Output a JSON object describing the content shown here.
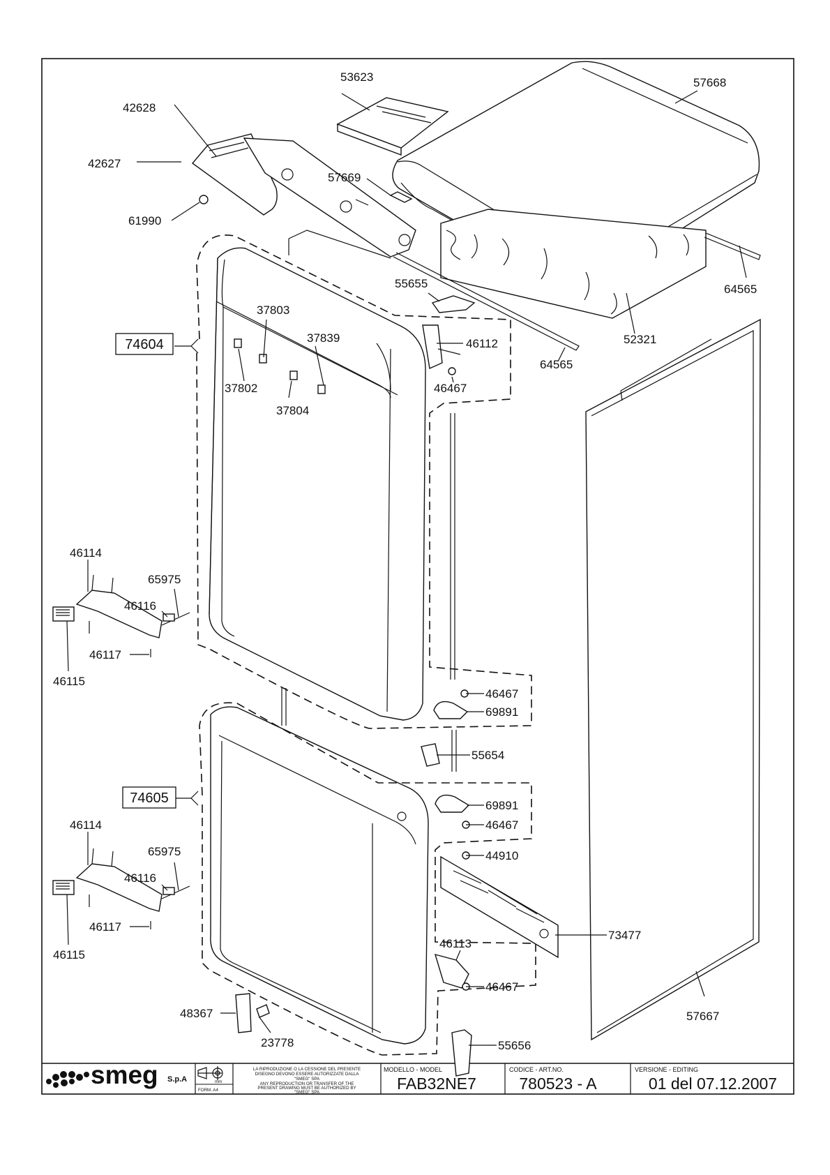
{
  "drawing": {
    "assemblies": [
      {
        "id": "upper-door",
        "code": "74604"
      },
      {
        "id": "lower-door",
        "code": "74605"
      }
    ],
    "part_labels": {
      "p53623": "53623",
      "p57668": "57668",
      "p42628": "42628",
      "p42627": "42627",
      "p57669": "57669",
      "p61990": "61990",
      "p55655": "55655",
      "p64565a": "64565",
      "p64565b": "64565",
      "p52321": "52321",
      "p37803": "37803",
      "p37839": "37839",
      "p46112": "46112",
      "p46467a": "46467",
      "p37802": "37802",
      "p37804": "37804",
      "p46114a": "46114",
      "p65975a": "65975",
      "p46116a": "46116",
      "p46117a": "46117",
      "p46115a": "46115",
      "p46467b": "46467",
      "p69891a": "69891",
      "p55654": "55654",
      "p69891b": "69891",
      "p46467c": "46467",
      "p44910": "44910",
      "p46114b": "46114",
      "p65975b": "65975",
      "p46116b": "46116",
      "p46117b": "46117",
      "p46115b": "46115",
      "p73477": "73477",
      "p46113": "46113",
      "p46467d": "46467",
      "p57667": "57667",
      "p48367": "48367",
      "p23778": "23778",
      "p55656": "55656"
    }
  },
  "title_block": {
    "brand": "smeg",
    "company_suffix": "S.p.A",
    "projection_unit": "mm",
    "format": "FORM. A4",
    "notice_it": [
      "LA RIPRODUZIONE O LA CESSIONE DEL PRESENTE",
      "DISEGNO DEVONO ESSERE AUTORIZZATE DALLA",
      "\"SMEG\" SPA"
    ],
    "notice_en": [
      "ANY REPRODUCTION OR TRANSFER OF THE",
      "PRESENT DRAWING MUST BE AUTHORIZED BY",
      "\"SMEG\" SPA"
    ],
    "model_label": "MODELLO - MODEL",
    "model_value": "FAB32NE7",
    "code_label": "CODICE - ART.NO.",
    "code_value": "780523 - A",
    "version_label": "VERSIONE - EDITING",
    "version_value": "01 del 07.12.2007"
  }
}
